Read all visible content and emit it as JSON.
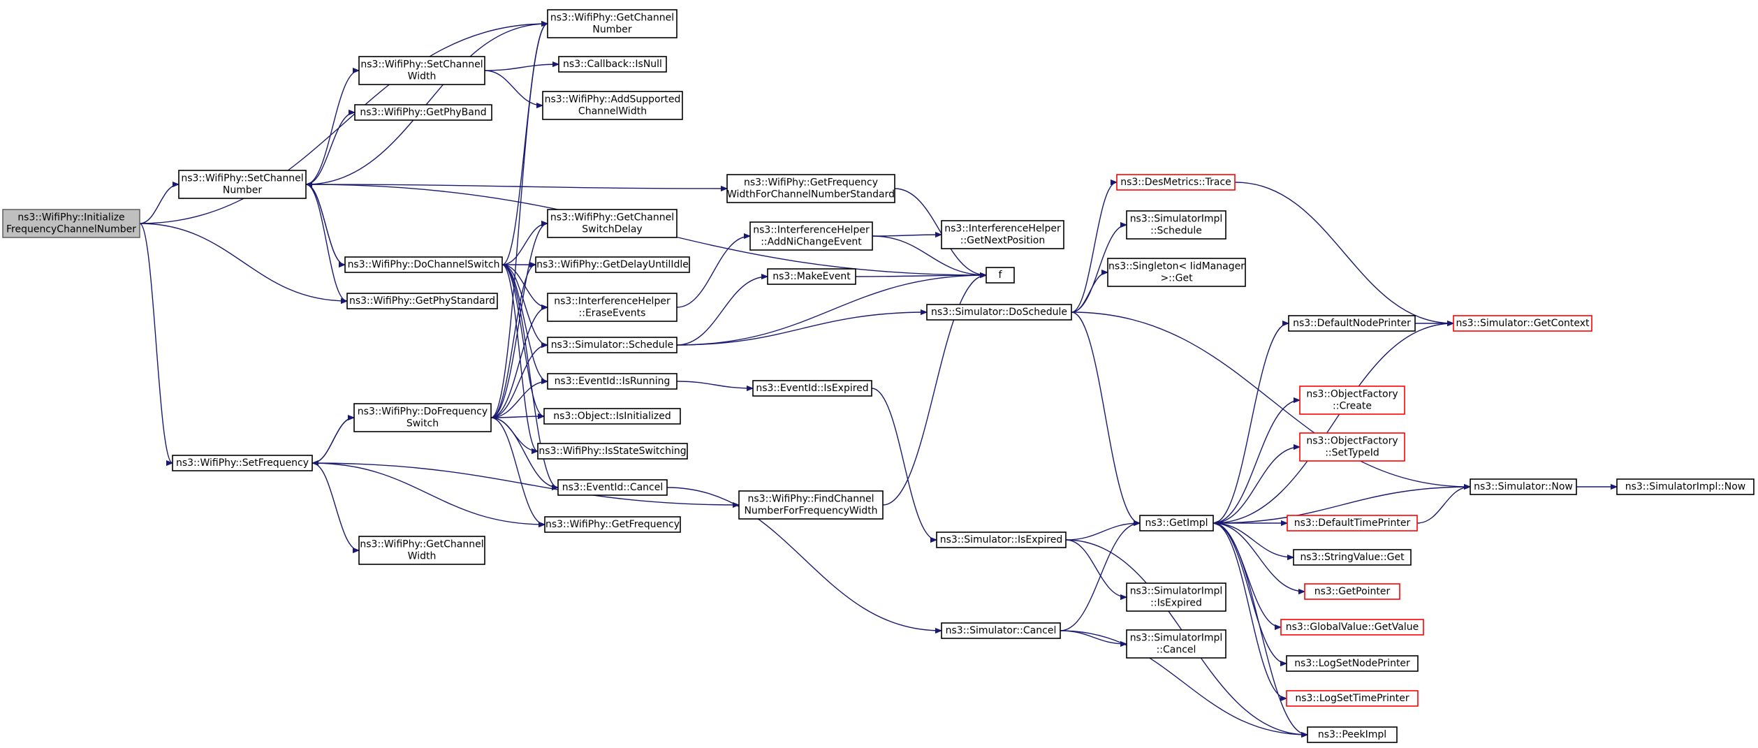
{
  "nodes": [
    {
      "id": "init",
      "lines": [
        "ns3::WifiPhy::Initialize",
        "FrequencyChannelNumber"
      ],
      "root": true
    },
    {
      "id": "setchnum",
      "lines": [
        "ns3::WifiPhy::SetChannel",
        "Number"
      ]
    },
    {
      "id": "setfreq",
      "lines": [
        "ns3::WifiPhy::SetFrequency"
      ]
    },
    {
      "id": "getphystd",
      "lines": [
        "ns3::WifiPhy::GetPhyStandard"
      ]
    },
    {
      "id": "getchnum",
      "lines": [
        "ns3::WifiPhy::GetChannel",
        "Number"
      ]
    },
    {
      "id": "setchwidth",
      "lines": [
        "ns3::WifiPhy::SetChannel",
        "Width"
      ]
    },
    {
      "id": "getphyband",
      "lines": [
        "ns3::WifiPhy::GetPhyBand"
      ]
    },
    {
      "id": "docs",
      "lines": [
        "ns3::WifiPhy::DoChannelSwitch"
      ]
    },
    {
      "id": "dofs",
      "lines": [
        "ns3::WifiPhy::DoFrequency",
        "Switch"
      ]
    },
    {
      "id": "getchwidth",
      "lines": [
        "ns3::WifiPhy::GetChannel",
        "Width"
      ]
    },
    {
      "id": "isnull",
      "lines": [
        "ns3::Callback::IsNull"
      ]
    },
    {
      "id": "addsup",
      "lines": [
        "ns3::WifiPhy::AddSupported",
        "ChannelWidth"
      ]
    },
    {
      "id": "getcsd",
      "lines": [
        "ns3::WifiPhy::GetChannel",
        "SwitchDelay"
      ]
    },
    {
      "id": "getdui",
      "lines": [
        "ns3::WifiPhy::GetDelayUntilIdle"
      ]
    },
    {
      "id": "erase",
      "lines": [
        "ns3::InterferenceHelper",
        "::EraseEvents"
      ]
    },
    {
      "id": "schedule",
      "lines": [
        "ns3::Simulator::Schedule"
      ]
    },
    {
      "id": "isrunning",
      "lines": [
        "ns3::EventId::IsRunning"
      ]
    },
    {
      "id": "isinit",
      "lines": [
        "ns3::Object::IsInitialized"
      ]
    },
    {
      "id": "isss",
      "lines": [
        "ns3::WifiPhy::IsStateSwitching"
      ]
    },
    {
      "id": "evcancel",
      "lines": [
        "ns3::EventId::Cancel"
      ]
    },
    {
      "id": "getfreq",
      "lines": [
        "ns3::WifiPhy::GetFrequency"
      ]
    },
    {
      "id": "getfwcns",
      "lines": [
        "ns3::WifiPhy::GetFrequency",
        "WidthForChannelNumberStandard"
      ]
    },
    {
      "id": "addni",
      "lines": [
        "ns3::InterferenceHelper",
        "::AddNiChangeEvent"
      ]
    },
    {
      "id": "makeev",
      "lines": [
        "ns3::MakeEvent"
      ]
    },
    {
      "id": "evisexp",
      "lines": [
        "ns3::EventId::IsExpired"
      ]
    },
    {
      "id": "findch",
      "lines": [
        "ns3::WifiPhy::FindChannel",
        "NumberForFrequencyWidth"
      ]
    },
    {
      "id": "getnextpos",
      "lines": [
        "ns3::InterferenceHelper",
        "::GetNextPosition"
      ]
    },
    {
      "id": "f",
      "lines": [
        "f"
      ]
    },
    {
      "id": "dosched",
      "lines": [
        "ns3::Simulator::DoSchedule"
      ]
    },
    {
      "id": "simisexp",
      "lines": [
        "ns3::Simulator::IsExpired"
      ]
    },
    {
      "id": "simcancel",
      "lines": [
        "ns3::Simulator::Cancel"
      ]
    },
    {
      "id": "trace",
      "lines": [
        "ns3::DesMetrics::Trace"
      ],
      "red": true
    },
    {
      "id": "implsched",
      "lines": [
        "ns3::SimulatorImpl",
        "::Schedule"
      ]
    },
    {
      "id": "singleton",
      "lines": [
        "ns3::Singleton< IidManager",
        ">::Get"
      ]
    },
    {
      "id": "getimpl",
      "lines": [
        "ns3::GetImpl"
      ]
    },
    {
      "id": "implisexp",
      "lines": [
        "ns3::SimulatorImpl",
        "::IsExpired"
      ]
    },
    {
      "id": "implcancel",
      "lines": [
        "ns3::SimulatorImpl",
        "::Cancel"
      ]
    },
    {
      "id": "defnode",
      "lines": [
        "ns3::DefaultNodePrinter"
      ]
    },
    {
      "id": "ofcreate",
      "lines": [
        "ns3::ObjectFactory",
        "::Create"
      ],
      "red": true
    },
    {
      "id": "ofsettype",
      "lines": [
        "ns3::ObjectFactory",
        "::SetTypeId"
      ],
      "red": true
    },
    {
      "id": "deftime",
      "lines": [
        "ns3::DefaultTimePrinter"
      ],
      "red": true
    },
    {
      "id": "svget",
      "lines": [
        "ns3::StringValue::Get"
      ]
    },
    {
      "id": "getptr",
      "lines": [
        "ns3::GetPointer"
      ],
      "red": true
    },
    {
      "id": "gvget",
      "lines": [
        "ns3::GlobalValue::GetValue"
      ],
      "red": true
    },
    {
      "id": "lognode",
      "lines": [
        "ns3::LogSetNodePrinter"
      ]
    },
    {
      "id": "logtime",
      "lines": [
        "ns3::LogSetTimePrinter"
      ],
      "red": true
    },
    {
      "id": "peek",
      "lines": [
        "ns3::PeekImpl"
      ]
    },
    {
      "id": "getctx",
      "lines": [
        "ns3::Simulator::GetContext"
      ],
      "red": true
    },
    {
      "id": "simnow",
      "lines": [
        "ns3::Simulator::Now"
      ]
    },
    {
      "id": "implnow",
      "lines": [
        "ns3::SimulatorImpl::Now"
      ]
    }
  ],
  "edges": [
    [
      "init",
      "getchnum"
    ],
    [
      "init",
      "setchnum"
    ],
    [
      "init",
      "getphystd"
    ],
    [
      "init",
      "setfreq"
    ],
    [
      "setchnum",
      "getchnum"
    ],
    [
      "setchnum",
      "setchwidth"
    ],
    [
      "setchnum",
      "getphyband"
    ],
    [
      "setchnum",
      "f"
    ],
    [
      "setchnum",
      "getfwcns"
    ],
    [
      "setchnum",
      "docs"
    ],
    [
      "setchnum",
      "getphystd"
    ],
    [
      "setchwidth",
      "isnull"
    ],
    [
      "setchwidth",
      "addsup"
    ],
    [
      "docs",
      "setchnum"
    ],
    [
      "docs",
      "getchnum"
    ],
    [
      "docs",
      "getcsd"
    ],
    [
      "docs",
      "getdui"
    ],
    [
      "docs",
      "erase"
    ],
    [
      "docs",
      "schedule"
    ],
    [
      "docs",
      "isrunning"
    ],
    [
      "docs",
      "isinit"
    ],
    [
      "docs",
      "isss"
    ],
    [
      "docs",
      "evcancel"
    ],
    [
      "setfreq",
      "dofs"
    ],
    [
      "setfreq",
      "getchwidth"
    ],
    [
      "setfreq",
      "getfreq"
    ],
    [
      "setfreq",
      "findch"
    ],
    [
      "dofs",
      "setfreq"
    ],
    [
      "dofs",
      "getchnum"
    ],
    [
      "dofs",
      "getcsd"
    ],
    [
      "dofs",
      "getdui"
    ],
    [
      "dofs",
      "erase"
    ],
    [
      "dofs",
      "schedule"
    ],
    [
      "dofs",
      "isrunning"
    ],
    [
      "dofs",
      "isinit"
    ],
    [
      "dofs",
      "isss"
    ],
    [
      "dofs",
      "evcancel"
    ],
    [
      "dofs",
      "getfreq"
    ],
    [
      "getfwcns",
      "f"
    ],
    [
      "erase",
      "addni"
    ],
    [
      "addni",
      "getnextpos"
    ],
    [
      "addni",
      "f"
    ],
    [
      "schedule",
      "makeev"
    ],
    [
      "schedule",
      "f"
    ],
    [
      "schedule",
      "dosched"
    ],
    [
      "makeev",
      "f"
    ],
    [
      "isrunning",
      "evisexp"
    ],
    [
      "evisexp",
      "simisexp"
    ],
    [
      "evcancel",
      "simcancel"
    ],
    [
      "findch",
      "f"
    ],
    [
      "dosched",
      "trace"
    ],
    [
      "dosched",
      "implsched"
    ],
    [
      "dosched",
      "singleton"
    ],
    [
      "dosched",
      "simnow"
    ],
    [
      "dosched",
      "getimpl"
    ],
    [
      "trace",
      "getctx"
    ],
    [
      "simisexp",
      "getimpl"
    ],
    [
      "simisexp",
      "implisexp"
    ],
    [
      "simisexp",
      "peek"
    ],
    [
      "simcancel",
      "getimpl"
    ],
    [
      "simcancel",
      "implcancel"
    ],
    [
      "simcancel",
      "peek"
    ],
    [
      "getimpl",
      "defnode"
    ],
    [
      "getimpl",
      "getctx"
    ],
    [
      "getimpl",
      "ofcreate"
    ],
    [
      "getimpl",
      "ofsettype"
    ],
    [
      "getimpl",
      "deftime"
    ],
    [
      "getimpl",
      "svget"
    ],
    [
      "getimpl",
      "getptr"
    ],
    [
      "getimpl",
      "gvget"
    ],
    [
      "getimpl",
      "lognode"
    ],
    [
      "getimpl",
      "logtime"
    ],
    [
      "getimpl",
      "peek"
    ],
    [
      "defnode",
      "getctx"
    ],
    [
      "deftime",
      "simnow"
    ],
    [
      "simnow",
      "getimpl"
    ],
    [
      "simnow",
      "implnow"
    ]
  ]
}
